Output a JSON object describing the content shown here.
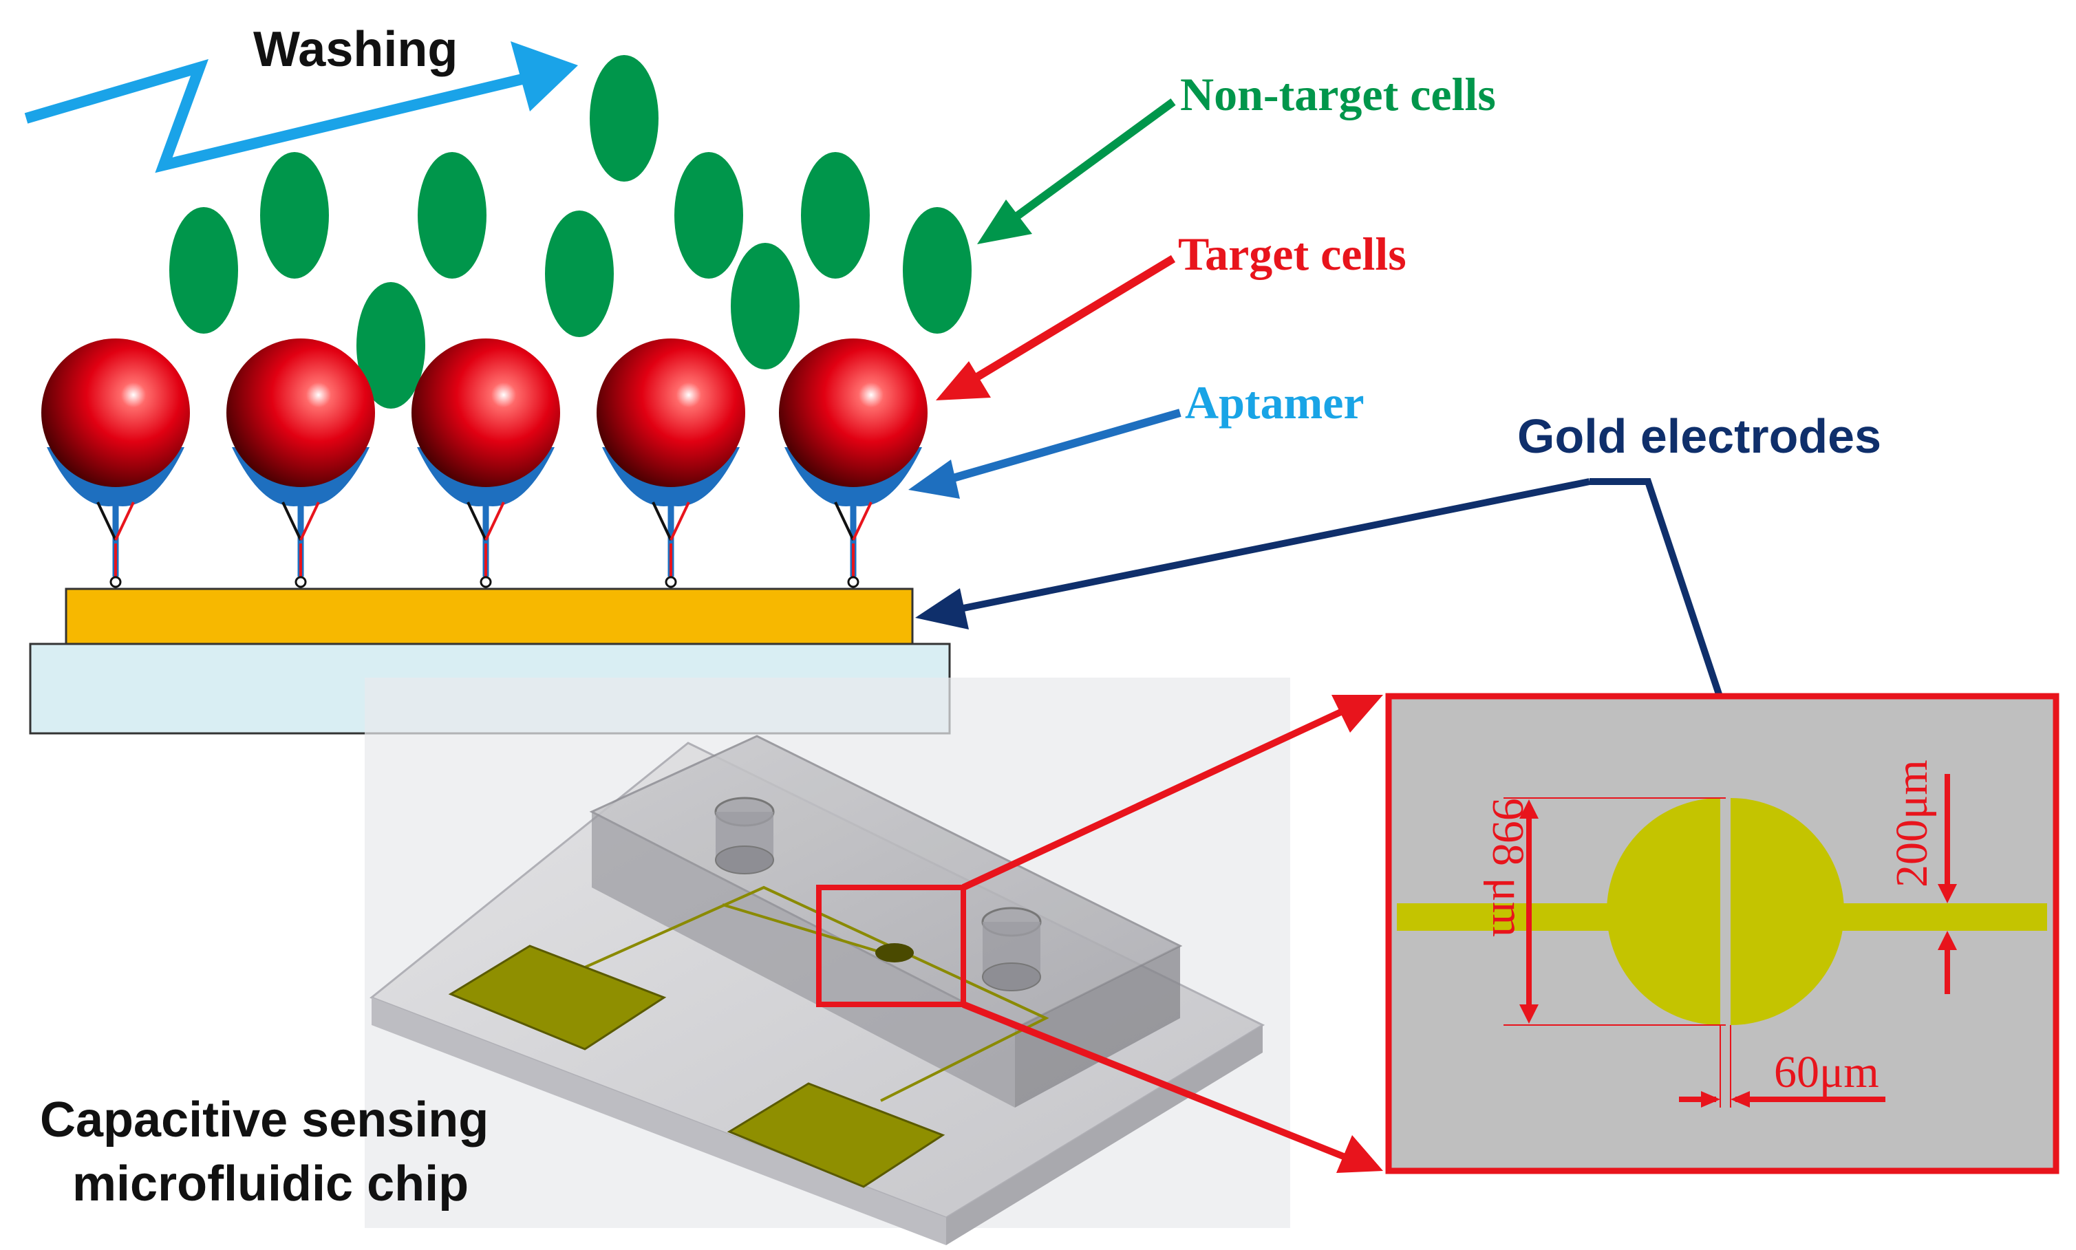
{
  "labels": {
    "washing": "Washing",
    "non_target_cells": "Non-target cells",
    "target_cells": "Target cells",
    "aptamer": "Aptamer",
    "gold_electrodes": "Gold electrodes",
    "chip_line1": "Capacitive sensing",
    "chip_line2": "microfluidic chip"
  },
  "dimensions": {
    "diameter": "998 μm",
    "channel_width": "200μm",
    "gap": "60μm"
  },
  "colors": {
    "washing": "#1aa3e8",
    "non_target": "#00964b",
    "target": "#e8141c",
    "aptamer": "#19a4e6",
    "gold_label": "#0f2f6b",
    "gold_layer": "#f7b800",
    "substrate": "#d9eef3",
    "electrode": "#c4c400",
    "zoom_bg": "#bfbfbf"
  }
}
